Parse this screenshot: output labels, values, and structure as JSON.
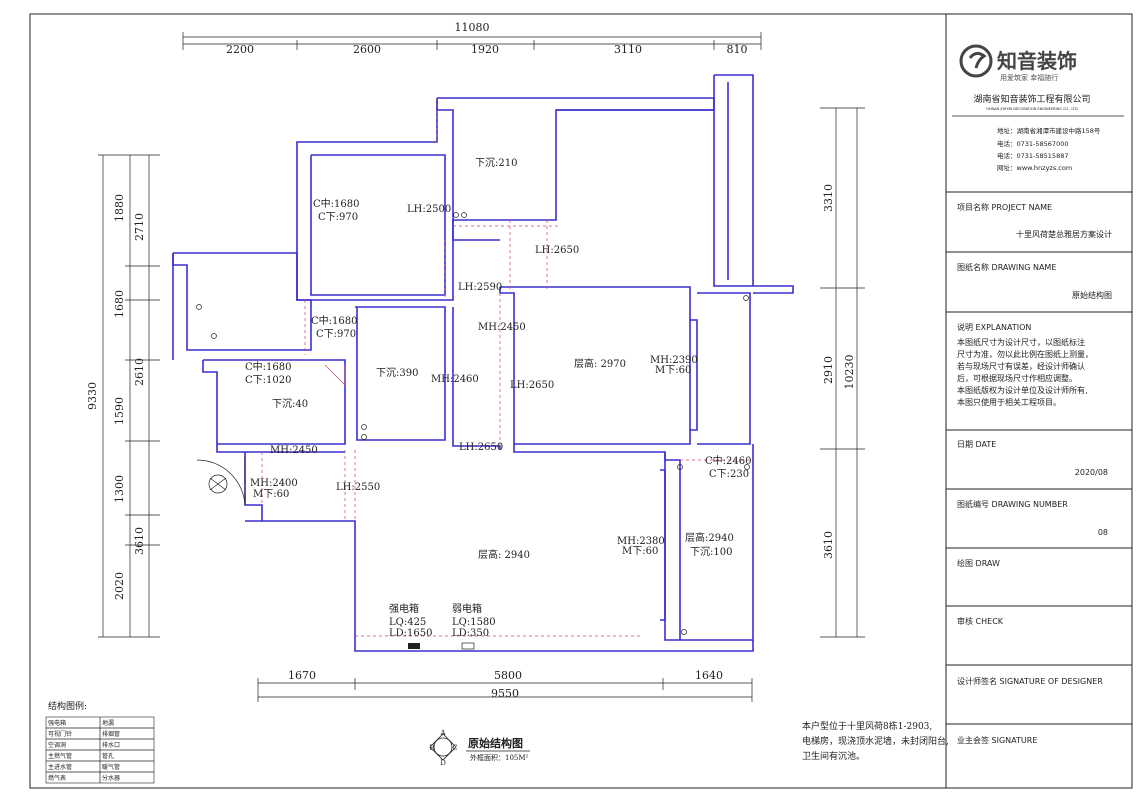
{
  "dimensions": {
    "top_total": "11080",
    "top_segments": [
      "2200",
      "2600",
      "1920",
      "3110",
      "810"
    ],
    "bottom_segments": [
      "1670",
      "5800",
      "1640"
    ],
    "bottom_total": "9550",
    "left_outer_total": "9330",
    "left_outer": [
      "1880",
      "1680",
      "1590",
      "1300",
      "2020"
    ],
    "left_inner": [
      "2710",
      "2610",
      "3610"
    ],
    "right_outer_total": "10230",
    "right_inner": [
      "3310",
      "2910",
      "3610"
    ]
  },
  "rooms": {
    "r1_sink": "下沉:210",
    "r2_c_mid": "C中:1680",
    "r2_c_low": "C下:970",
    "r2_lh": "LH:2500",
    "lh_2650_top": "LH:2650",
    "lh_2590": "LH:2590",
    "mh_2450": "MH:2450",
    "r3_c_mid": "C中:1680",
    "r3_c_low": "C下:970",
    "r3_sink": "下沉:390",
    "r3_mh": "MH:2460",
    "r4_c_mid": "C中:1680",
    "r4_c_low": "C下:1020",
    "r4_sink": "下沉:40",
    "r5_height": "层高: 2970",
    "r5_lh": "LH:2650",
    "r5_mh": "MH:2390",
    "r5_mlow": "M下:60",
    "mh_2450_lower": "MH:2450",
    "lh_2650_mid": "LH:2650",
    "door_mh": "MH:2400",
    "door_mlow": "M下:60",
    "lh_2550": "LH:2550",
    "living_height": "层高: 2940",
    "living_mh": "MH:2380",
    "living_mlow": "M下:60",
    "balcony_c_mid": "C中:2460",
    "balcony_c_low": "C下:230",
    "balcony_height": "层高:2940",
    "balcony_sink": "下沉:100",
    "strong_box": "强电箱",
    "strong_lq": "LQ:425",
    "strong_ld": "LD:1650",
    "weak_box": "弱电箱",
    "weak_lq": "LQ:1580",
    "weak_ld": "LD:350"
  },
  "legend": {
    "title": "结构图例:",
    "items": [
      [
        "强电箱",
        "地漏"
      ],
      [
        "可视门铃",
        "排烟管"
      ],
      [
        "空调洞",
        "排水口"
      ],
      [
        "主燃气管",
        "管孔"
      ],
      [
        "主进水管",
        "暖气管"
      ],
      [
        "燃气表",
        "分水器"
      ]
    ]
  },
  "drawing_title": {
    "name": "原始结构图",
    "area": "外框面积：105M²",
    "compass": [
      "A",
      "B",
      "C",
      "D"
    ]
  },
  "note": {
    "lines": [
      "本户型位于十里风荷8栋1-2903,",
      "电梯房，现浇顶水泥墙，未封闭阳台,",
      "卫生间有沉池。"
    ]
  },
  "title_block": {
    "brand": "知音装饰",
    "slogan": "用爱筑家  幸福随行",
    "company": "湖南省知音装饰工程有限公司",
    "company_en": "HUNAN ZHIYIN DECORATION ENGINEERING CO., LTD",
    "address": "地址：湖南省湘潭市建设中路158号",
    "phone1": "电话：0731-58567000",
    "phone2": "电话：0731-58515887",
    "website": "网址：www.hnzyzs.com",
    "project_label": "项目名称 PROJECT NAME",
    "project_value": "十里风荷楚总雅居方案设计",
    "drawing_label": "图纸名称 DRAWING NAME",
    "drawing_value": "原始结构图",
    "explanation_label": "说明 EXPLANATION",
    "explanation_lines": [
      "本图纸尺寸为设计尺寸，以图纸标注",
      "尺寸为准，勿以此比例在图纸上测量，",
      "若与现场尺寸有误差，经设计师确认",
      "后，可根据现场尺寸作相应调整。",
      "本图纸版权为设计单位及设计师所有,",
      "本图只使用于相关工程项目。"
    ],
    "date_label": "日期  DATE",
    "date_value": "2020/08",
    "number_label": "图纸编号 DRAWING NUMBER",
    "number_value": "08",
    "draw_label": "绘图  DRAW",
    "check_label": "审核  CHECK",
    "designer_label": "设计师签名 SIGNATURE OF DESIGNER",
    "owner_label": "业主会签 SIGNATURE"
  },
  "colors": {
    "wall": "#3a2fd0",
    "dashed": "#d04060",
    "ink": "#222222"
  }
}
